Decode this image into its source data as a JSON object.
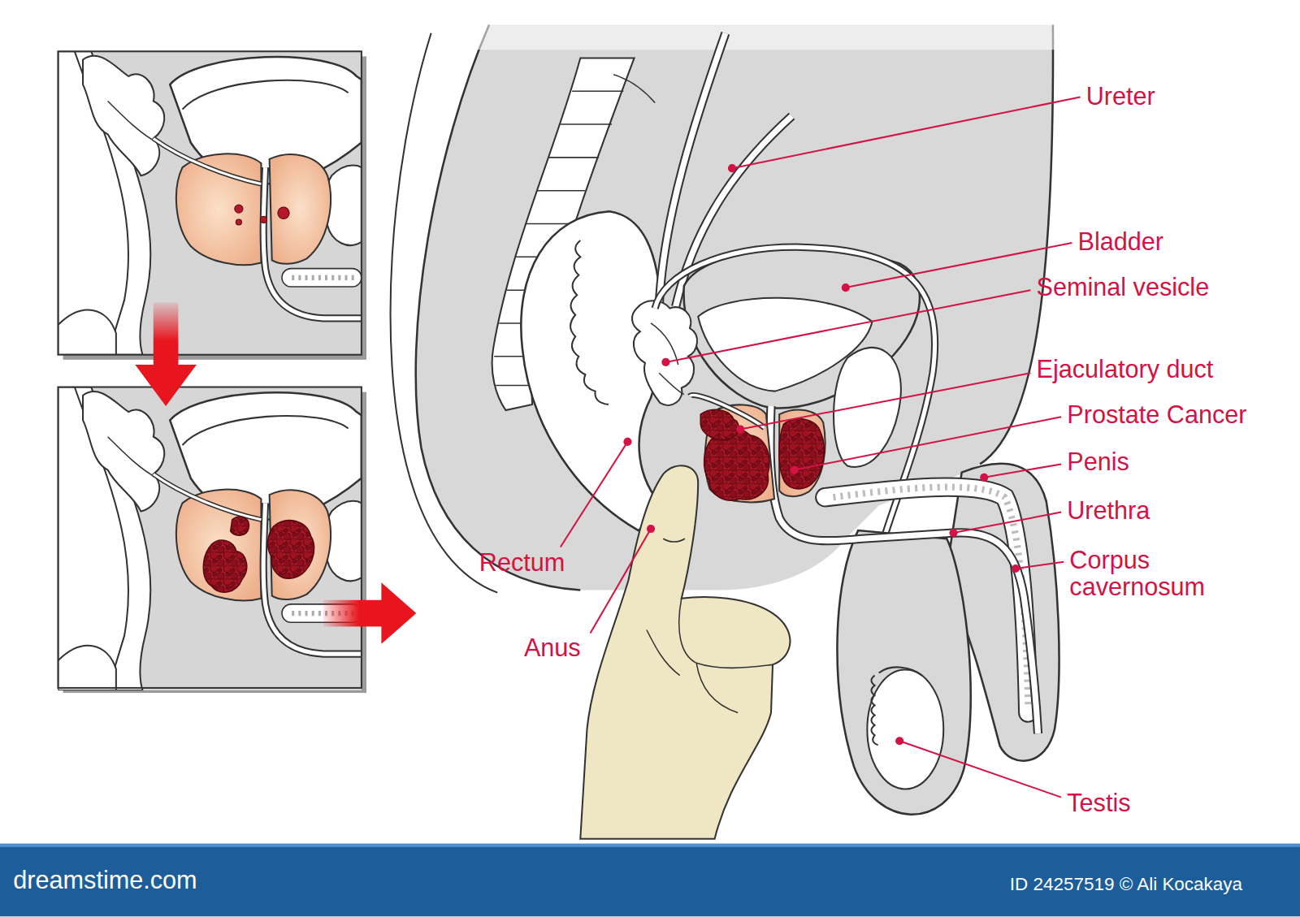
{
  "diagram": {
    "labels": [
      "Ureter",
      "Bladder",
      "Seminal vesicle",
      "Ejaculatory duct",
      "Prostate Cancer",
      "Penis",
      "Urethra",
      "Corpus cavernosum",
      "Rectum",
      "Anus",
      "Testis",
      "dreamstime.com",
      "ID 24257519 © Ali Kocakaya"
    ]
  }
}
